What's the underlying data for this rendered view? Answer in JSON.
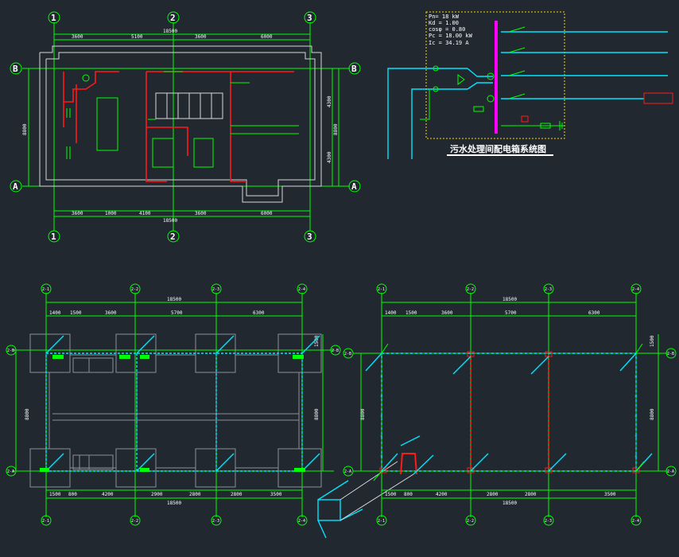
{
  "colors": {
    "background": "#212830",
    "axis": "#00ff00",
    "wall": "#d8d8d8",
    "power": "#ff1a1a",
    "ground": "#00e5ff",
    "busbar": "#ff00ff",
    "frame": "#ffd400"
  },
  "floor_plan": {
    "axis_numbers": [
      "1",
      "2",
      "3"
    ],
    "axis_letters": [
      "B",
      "A"
    ],
    "top_dims": [
      "3600",
      "5100",
      "3600",
      "6000"
    ],
    "top_total": "18500",
    "bottom_dims": [
      "3600",
      "1000",
      "4100",
      "3600",
      "6000"
    ],
    "bottom_total": "18500",
    "left_dim": "8800",
    "right_dims": [
      "4300",
      "4300"
    ],
    "right_total": "8800"
  },
  "system_diagram": {
    "params": [
      "Pn= 18 kW",
      "Kd = 1.00",
      "cosφ = 0.80",
      "Pc = 18.00 kW",
      "Ic = 34.19 A"
    ],
    "title": "污水处理间配电箱系统图"
  },
  "foundation_plan": {
    "axis_top": [
      "2-1",
      "2-2",
      "2-3",
      "2-4"
    ],
    "axis_side": [
      "2-B",
      "2-A"
    ],
    "top_dims": [
      "1400",
      "1500",
      "3600",
      "5700",
      "6300"
    ],
    "top_total": "18500",
    "bottom_dims": [
      "1500",
      "800",
      "4200",
      "2900",
      "2800",
      "2800",
      "3500"
    ],
    "bottom_total": "18500",
    "left_dim": "8800",
    "right_dims": [
      "1500",
      "8800"
    ]
  },
  "grounding_plan": {
    "axis_top": [
      "2-1",
      "2-2",
      "2-3",
      "2-4"
    ],
    "axis_side": [
      "2-B",
      "2-A"
    ],
    "top_dims": [
      "1400",
      "1500",
      "3600",
      "5700",
      "6300"
    ],
    "top_total": "18500",
    "bottom_dims": [
      "1500",
      "800",
      "4200",
      "2800",
      "2800",
      "3500"
    ],
    "bottom_total": "18500",
    "left_dim": "8800",
    "right_dims": [
      "1500",
      "8800"
    ]
  }
}
